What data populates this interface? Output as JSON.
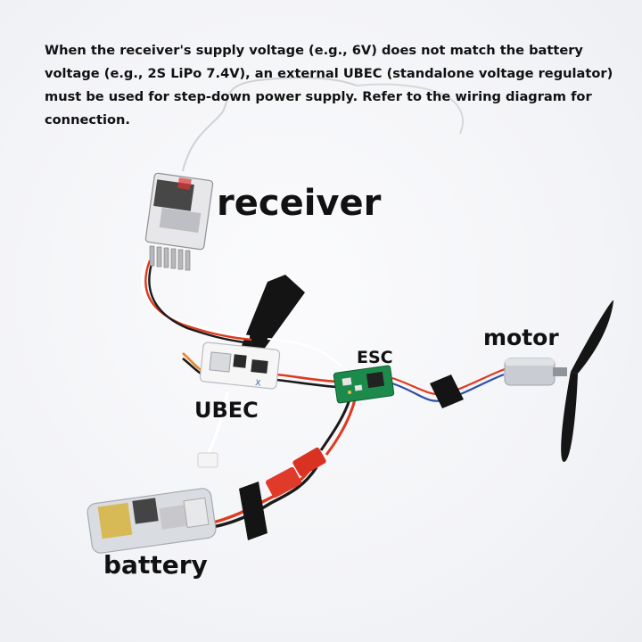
{
  "caption": "When the receiver's supply voltage (e.g., 6V) does not match the battery voltage (e.g., 2S LiPo 7.4V), an external UBEC (standalone voltage regulator) must be used for step-down power supply. Refer to the wiring diagram for connection.",
  "labels": {
    "receiver": "receiver",
    "motor": "motor",
    "esc": "ESC",
    "ubec": "UBEC",
    "battery": "battery"
  },
  "colors": {
    "background": "#f3f4f7",
    "label_text": "#111111",
    "wire_red": "#e0391f",
    "wire_orange": "#e8862a",
    "wire_black": "#1a1a1a",
    "wire_blue": "#2d4fa6",
    "esc_board": "#1c8a4a",
    "connector_red": "#e03a2a",
    "tape_black": "#141414"
  }
}
